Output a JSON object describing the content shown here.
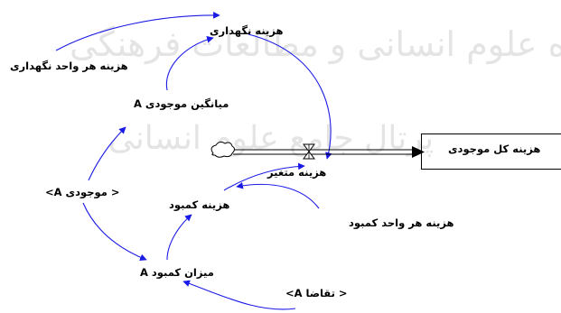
{
  "watermark": {
    "line1": "پژوهشگاه علوم انسانی و مطالعات فرهنگی",
    "line2": "پرتال جامع علوم انسانی"
  },
  "nodes": {
    "total_inventory_cost": "هزینه کل موجودی",
    "holding_cost": "هزینه نگهداری",
    "unit_holding_cost": "هزینه هر واحد نگهداری",
    "average_inventory": "میانگین موجودی A",
    "variable_cost": "هزینه متغیر",
    "inventory_shadow": "< موجودی A>",
    "shortage_cost": "هزینه کمبود",
    "unit_shortage_cost": "هزینه هر واحد کمبود",
    "shortage_amount": "میزان کمبود A",
    "demand_shadow": "< تقاضا A>"
  },
  "colors": {
    "link": "#1a1ae6",
    "flow": "#000000",
    "watermark": "#e6e6e6"
  }
}
